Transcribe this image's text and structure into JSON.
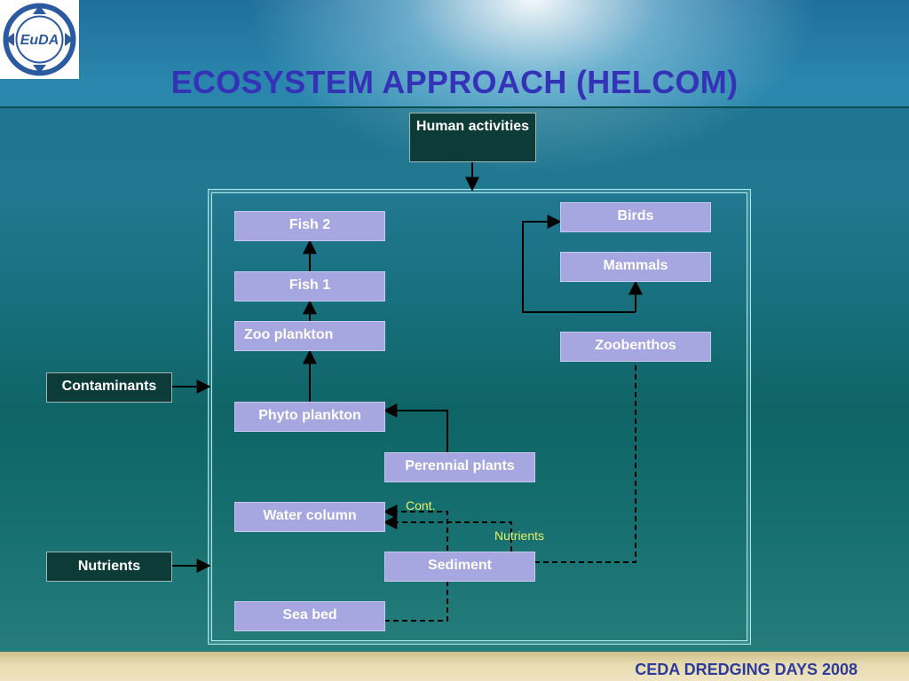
{
  "title": "ECOSYSTEM APPROACH (HELCOM)",
  "logo_text": "EuDA",
  "footer": "CEDA DREDGING DAYS 2008",
  "diagram": {
    "external": {
      "human_activities": "Human activities",
      "contaminants": "Contaminants",
      "nutrients": "Nutrients"
    },
    "nodes": {
      "fish2": "Fish 2",
      "fish1": "Fish 1",
      "zooplankton": "Zoo plankton",
      "phytoplankton": "Phyto plankton",
      "perennial_plants": "Perennial plants",
      "water_column": "Water column",
      "sediment": "Sediment",
      "sea_bed": "Sea bed",
      "birds": "Birds",
      "mammals": "Mammals",
      "zoobenthos": "Zoobenthos"
    },
    "annotations": {
      "cont": "Cont.",
      "nutrients": "Nutrients"
    }
  }
}
